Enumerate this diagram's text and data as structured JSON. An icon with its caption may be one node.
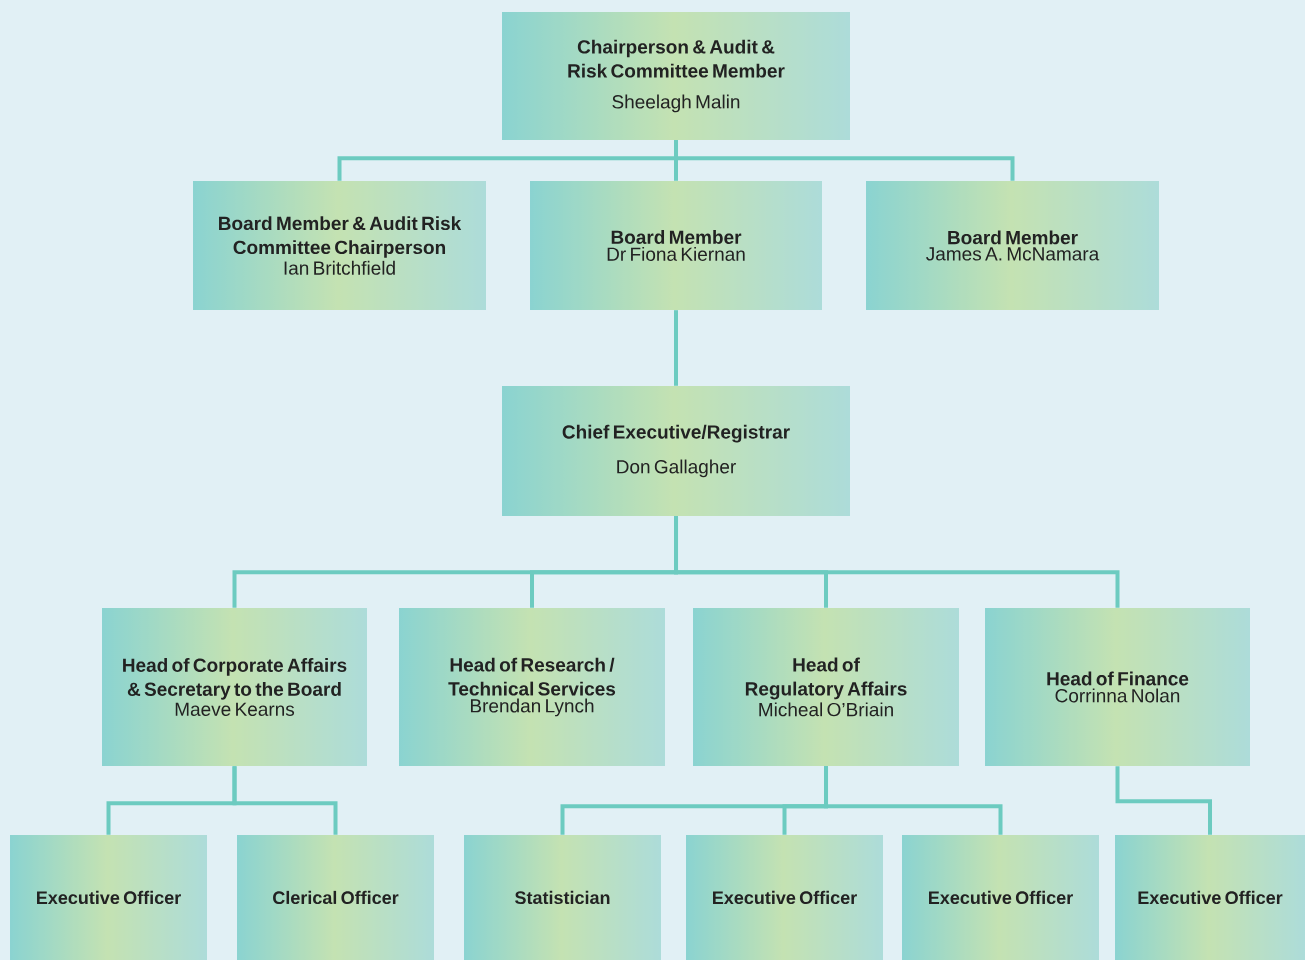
{
  "diagram": {
    "nodes": [
      {
        "text": [
          "Chairperson & Audit & Risk Committee Member",
          "Sheelagh Malin"
        ]
      },
      {
        "text": [
          "Board Member & Audit Risk Committee Chairperson",
          "Ian Britchfield"
        ]
      },
      {
        "text": [
          "Board Member",
          "Dr Fiona Kiernan"
        ]
      },
      {
        "text": [
          "Board Member",
          "James A. McNamara"
        ]
      },
      {
        "text": [
          "Chief Executive/Registrar",
          "Don Gallagher"
        ]
      },
      {
        "text": [
          "Head of Corporate Affairs & Secretary to the Board",
          "Maeve Kearns"
        ]
      },
      {
        "text": [
          "Head of Research / Technical Services",
          "Brendan Lynch"
        ]
      },
      {
        "text": [
          "Head of Regulatory Affairs",
          "Micheal O’Briain"
        ]
      },
      {
        "text": [
          "Head of Finance",
          "Corrinna Nolan"
        ]
      },
      {
        "text": [
          "Executive Officer"
        ]
      },
      {
        "text": [
          "Clerical Officer"
        ]
      },
      {
        "text": [
          "Statistician"
        ]
      },
      {
        "text": [
          "Executive Officer"
        ]
      },
      {
        "text": [
          "Executive Officer"
        ]
      },
      {
        "text": [
          "Executive Officer"
        ]
      }
    ],
    "edges": [
      {
        "from": 0,
        "to": 1,
        "arrow": "none"
      },
      {
        "from": 0,
        "to": 2,
        "arrow": "none"
      },
      {
        "from": 0,
        "to": 3,
        "arrow": "none"
      },
      {
        "from": 2,
        "to": 4,
        "arrow": "none"
      },
      {
        "from": 4,
        "to": 5,
        "arrow": "none"
      },
      {
        "from": 4,
        "to": 6,
        "arrow": "none"
      },
      {
        "from": 4,
        "to": 7,
        "arrow": "none"
      },
      {
        "from": 4,
        "to": 8,
        "arrow": "none"
      },
      {
        "from": 5,
        "to": 9,
        "arrow": "none"
      },
      {
        "from": 5,
        "to": 10,
        "arrow": "none"
      },
      {
        "from": 7,
        "to": 11,
        "arrow": "none"
      },
      {
        "from": 7,
        "to": 12,
        "arrow": "none"
      },
      {
        "from": 7,
        "to": 13,
        "arrow": "none"
      },
      {
        "from": 8,
        "to": 14,
        "arrow": "none"
      }
    ]
  }
}
